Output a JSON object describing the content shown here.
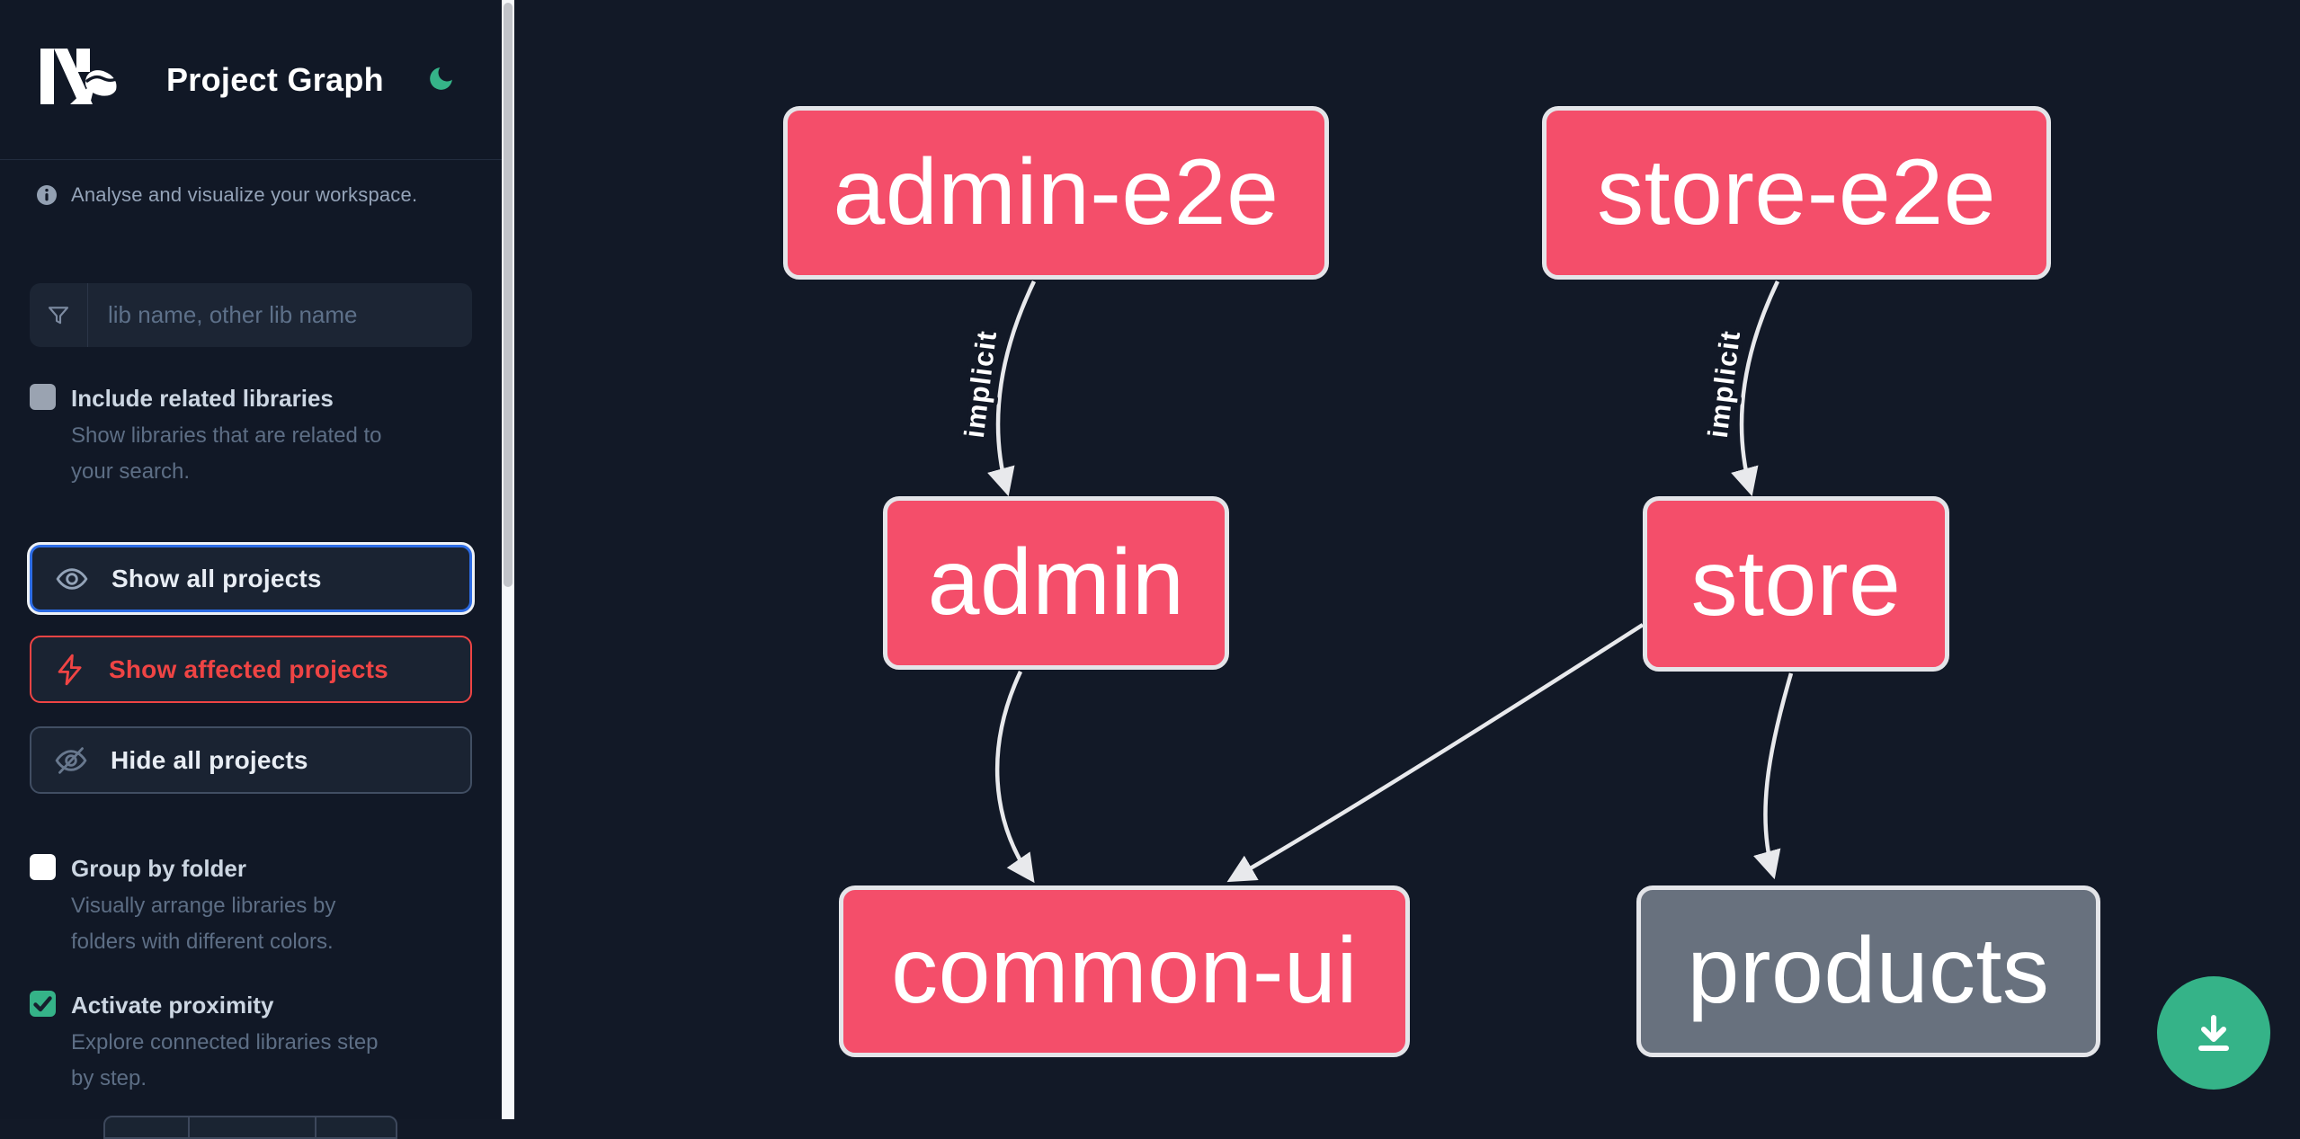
{
  "app": {
    "title": "Project Graph"
  },
  "colors": {
    "accent_green": "#35b388",
    "node_affected_pink": "#f44e6a",
    "node_neutral_gray": "#68717e",
    "node_border": "#e4e5e9",
    "edge_gray": "#e8e9ec",
    "focus_blue": "#2d6ce5",
    "danger_red": "#ef4444",
    "sidebar_bg": "#111826",
    "canvas_bg": "#121927"
  },
  "sidebar": {
    "logo": "Nx",
    "title": "Project Graph",
    "tagline": "Analyse and visualize your workspace.",
    "search": {
      "placeholder": "lib name, other lib name",
      "value": ""
    },
    "toggles": [
      {
        "label": "Include related libraries",
        "description": "Show libraries that are related to your search.",
        "checked": false
      },
      {
        "label": "Group by folder",
        "description": "Visually arrange libraries by folders with different colors.",
        "checked": false
      },
      {
        "label": "Activate proximity",
        "description": "Explore connected libraries step by step.",
        "checked": true
      }
    ],
    "buttons": [
      {
        "label": "Show all projects",
        "icon": "eye-icon",
        "state": "focused"
      },
      {
        "label": "Show affected projects",
        "icon": "bolt-icon",
        "state": "danger"
      },
      {
        "label": "Hide all projects",
        "icon": "eye-off-icon",
        "state": "default"
      }
    ]
  },
  "graph": {
    "nodes": [
      {
        "id": "admin-e2e",
        "kind": "highlighted"
      },
      {
        "id": "store-e2e",
        "kind": "highlighted"
      },
      {
        "id": "admin",
        "kind": "highlighted"
      },
      {
        "id": "store",
        "kind": "highlighted"
      },
      {
        "id": "common-ui",
        "kind": "highlighted"
      },
      {
        "id": "products",
        "kind": "neutral"
      }
    ],
    "edges": [
      {
        "from": "admin-e2e",
        "to": "admin",
        "type": "implicit",
        "label": "implicit"
      },
      {
        "from": "store-e2e",
        "to": "store",
        "type": "implicit",
        "label": "implicit"
      },
      {
        "from": "admin",
        "to": "common-ui",
        "type": "static",
        "label": ""
      },
      {
        "from": "store",
        "to": "common-ui",
        "type": "static",
        "label": ""
      },
      {
        "from": "store",
        "to": "products",
        "type": "static",
        "label": ""
      }
    ]
  }
}
